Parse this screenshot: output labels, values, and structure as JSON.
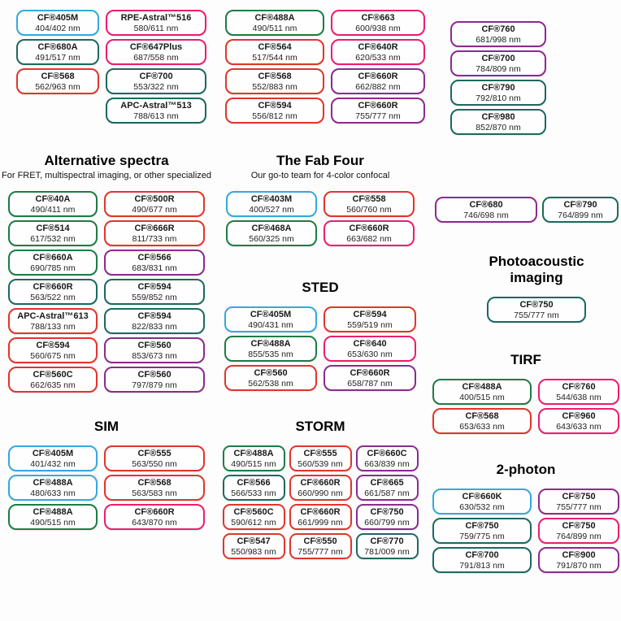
{
  "palette": {
    "blue": "#35a8e0",
    "green": "#1d7c45",
    "teal": "#1c695f",
    "red": "#e0352c",
    "pink": "#ec1d6f",
    "purple": "#8b2b8f"
  },
  "sections": {
    "top_left": {
      "columns": [
        [
          {
            "name": "CF®405M",
            "nm": "404/402 nm",
            "color": "blue"
          },
          {
            "name": "CF®680A",
            "nm": "491/517 nm",
            "color": "teal"
          },
          {
            "name": "CF®568",
            "nm": "562/963 nm",
            "color": "red"
          }
        ],
        [
          {
            "name": "RPE-Astral™516",
            "nm": "580/611 nm",
            "color": "pink"
          },
          {
            "name": "CF®647Plus",
            "nm": "687/558 nm",
            "color": "pink"
          },
          {
            "name": "CF®700",
            "nm": "553/322 nm",
            "color": "teal"
          },
          {
            "name": "APC-Astral™513",
            "nm": "788/613 nm",
            "color": "teal"
          }
        ]
      ]
    },
    "top_mid": {
      "columns": [
        [
          {
            "name": "CF®488A",
            "nm": "490/511 nm",
            "color": "green"
          },
          {
            "name": "CF®564",
            "nm": "517/544 nm",
            "color": "red"
          },
          {
            "name": "CF®568",
            "nm": "552/883 nm",
            "color": "red"
          },
          {
            "name": "CF®594",
            "nm": "556/812 nm",
            "color": "red"
          }
        ],
        [
          {
            "name": "CF®663",
            "nm": "600/938 nm",
            "color": "pink"
          },
          {
            "name": "CF®640R",
            "nm": "620/533 nm",
            "color": "pink"
          },
          {
            "name": "CF®660R",
            "nm": "662/882 nm",
            "color": "purple"
          },
          {
            "name": "CF®660R",
            "nm": "755/777 nm",
            "color": "purple"
          }
        ]
      ]
    },
    "top_right": {
      "columns": [
        [
          {
            "name": "CF®760",
            "nm": "681/998 nm",
            "color": "purple"
          },
          {
            "name": "CF®700",
            "nm": "784/809 nm",
            "color": "purple"
          },
          {
            "name": "CF®790",
            "nm": "792/810 nm",
            "color": "teal"
          },
          {
            "name": "CF®980",
            "nm": "852/870 nm",
            "color": "teal"
          }
        ]
      ]
    },
    "alternative": {
      "title": "Alternative spectra",
      "subtitle": "For FRET, multispectral imaging, or other specialized",
      "columns": [
        [
          {
            "name": "CF®40A",
            "nm": "490/411 nm",
            "color": "green"
          },
          {
            "name": "CF®514",
            "nm": "617/532 nm",
            "color": "green"
          },
          {
            "name": "CF®660A",
            "nm": "690/785 nm",
            "color": "green"
          },
          {
            "name": "CF®660R",
            "nm": "563/522 nm",
            "color": "teal"
          },
          {
            "name": "APC-Astral™613",
            "nm": "788/133 nm",
            "color": "red"
          },
          {
            "name": "CF®594",
            "nm": "560/675 nm",
            "color": "red"
          },
          {
            "name": "CF®560C",
            "nm": "662/635 nm",
            "color": "red"
          }
        ],
        [
          {
            "name": "CF®500R",
            "nm": "490/677 nm",
            "color": "red"
          },
          {
            "name": "CF®666R",
            "nm": "811/733 nm",
            "color": "red"
          },
          {
            "name": "CF®566",
            "nm": "683/831 nm",
            "color": "purple"
          },
          {
            "name": "CF®594",
            "nm": "559/852 nm",
            "color": "teal"
          },
          {
            "name": "CF®594",
            "nm": "822/833 nm",
            "color": "teal"
          },
          {
            "name": "CF®560",
            "nm": "853/673 nm",
            "color": "purple"
          },
          {
            "name": "CF®560",
            "nm": "797/879 nm",
            "color": "purple"
          }
        ]
      ]
    },
    "fab_four": {
      "title": "The Fab Four",
      "subtitle": "Our go-to team for 4-color confocal",
      "columns": [
        [
          {
            "name": "CF®403M",
            "nm": "400/527 nm",
            "color": "blue"
          },
          {
            "name": "CF®468A",
            "nm": "560/325 nm",
            "color": "green"
          }
        ],
        [
          {
            "name": "CF®558",
            "nm": "560/760 nm",
            "color": "red"
          },
          {
            "name": "CF®660R",
            "nm": "663/682 nm",
            "color": "pink"
          }
        ]
      ]
    },
    "right_pair": {
      "columns": [
        [
          {
            "name": "CF®680",
            "nm": "746/698 nm",
            "color": "purple"
          }
        ],
        [
          {
            "name": "CF®790",
            "nm": "764/899 nm",
            "color": "teal"
          }
        ]
      ]
    },
    "photoacoustic": {
      "title": "Photoacoustic imaging",
      "columns": [
        [
          {
            "name": "CF®750",
            "nm": "755/777 nm",
            "color": "teal"
          }
        ]
      ]
    },
    "sted": {
      "title": "STED",
      "columns": [
        [
          {
            "name": "CF®405M",
            "nm": "490/431 nm",
            "color": "blue"
          },
          {
            "name": "CF®488A",
            "nm": "855/535 nm",
            "color": "green"
          },
          {
            "name": "CF®560",
            "nm": "562/538 nm",
            "color": "red"
          }
        ],
        [
          {
            "name": "CF®594",
            "nm": "559/519 nm",
            "color": "red"
          },
          {
            "name": "CF®640",
            "nm": "653/630 nm",
            "color": "pink"
          },
          {
            "name": "CF®660R",
            "nm": "658/787 nm",
            "color": "purple"
          }
        ]
      ]
    },
    "tirf": {
      "title": "TIRF",
      "columns": [
        [
          {
            "name": "CF®488A",
            "nm": "400/515 nm",
            "color": "green"
          },
          {
            "name": "CF®568",
            "nm": "653/633 nm",
            "color": "red"
          }
        ],
        [
          {
            "name": "CF®760",
            "nm": "544/638 nm",
            "color": "pink"
          },
          {
            "name": "CF®960",
            "nm": "643/633 nm",
            "color": "pink"
          }
        ]
      ]
    },
    "sim": {
      "title": "SIM",
      "columns": [
        [
          {
            "name": "CF®405M",
            "nm": "401/432 nm",
            "color": "blue"
          },
          {
            "name": "CF®488A",
            "nm": "480/633 nm",
            "color": "blue"
          },
          {
            "name": "CF®488A",
            "nm": "490/515 nm",
            "color": "green"
          }
        ],
        [
          {
            "name": "CF®555",
            "nm": "563/550 nm",
            "color": "red"
          },
          {
            "name": "CF®568",
            "nm": "563/583 nm",
            "color": "red"
          },
          {
            "name": "CF®660R",
            "nm": "643/870 nm",
            "color": "pink"
          }
        ]
      ]
    },
    "storm": {
      "title": "STORM",
      "columns": [
        [
          {
            "name": "CF®488A",
            "nm": "490/515 nm",
            "color": "green"
          },
          {
            "name": "CF®566",
            "nm": "566/533 nm",
            "color": "teal"
          },
          {
            "name": "CF®560C",
            "nm": "590/612 nm",
            "color": "red"
          },
          {
            "name": "CF®547",
            "nm": "550/983 nm",
            "color": "red"
          }
        ],
        [
          {
            "name": "CF®555",
            "nm": "560/539 nm",
            "color": "red"
          },
          {
            "name": "CF®660R",
            "nm": "660/990 nm",
            "color": "red"
          },
          {
            "name": "CF®660R",
            "nm": "661/999 nm",
            "color": "red"
          },
          {
            "name": "CF®550",
            "nm": "755/777 nm",
            "color": "red"
          }
        ],
        [
          {
            "name": "CF®660C",
            "nm": "663/839 nm",
            "color": "purple"
          },
          {
            "name": "CF®665",
            "nm": "661/587 nm",
            "color": "purple"
          },
          {
            "name": "CF®750",
            "nm": "660/799 nm",
            "color": "purple"
          },
          {
            "name": "CF®770",
            "nm": "781/009 nm",
            "color": "teal"
          }
        ]
      ]
    },
    "two_photon": {
      "title": "2-photon",
      "columns": [
        [
          {
            "name": "CF®660K",
            "nm": "630/532 nm",
            "color": "blue"
          },
          {
            "name": "CF®750",
            "nm": "759/775 nm",
            "color": "teal"
          },
          {
            "name": "CF®700",
            "nm": "791/813 nm",
            "color": "teal"
          }
        ],
        [
          {
            "name": "CF®750",
            "nm": "755/777 nm",
            "color": "purple"
          },
          {
            "name": "CF®750",
            "nm": "764/899 nm",
            "color": "pink"
          },
          {
            "name": "CF®900",
            "nm": "791/870 nm",
            "color": "purple"
          }
        ]
      ]
    }
  }
}
